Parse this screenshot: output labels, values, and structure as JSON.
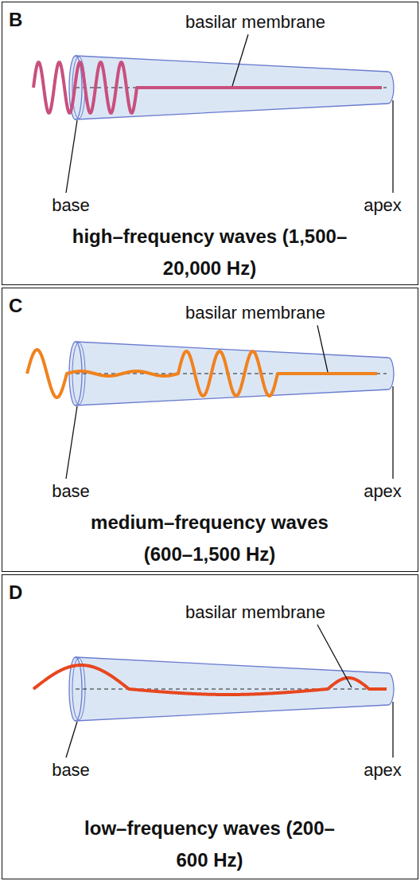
{
  "diagram": {
    "nodes": [
      {
        "text": [
          "B",
          "basilar membrane",
          "base",
          "apex",
          "high–frequency waves (1,500–20,000 Hz)"
        ]
      },
      {
        "text": [
          "C",
          "basilar membrane",
          "base",
          "apex",
          "medium–frequency waves (600–1,500 Hz)"
        ]
      },
      {
        "text": [
          "D",
          "basilar membrane",
          "base",
          "apex",
          "low–frequency waves (200–600 Hz)"
        ]
      }
    ]
  }
}
